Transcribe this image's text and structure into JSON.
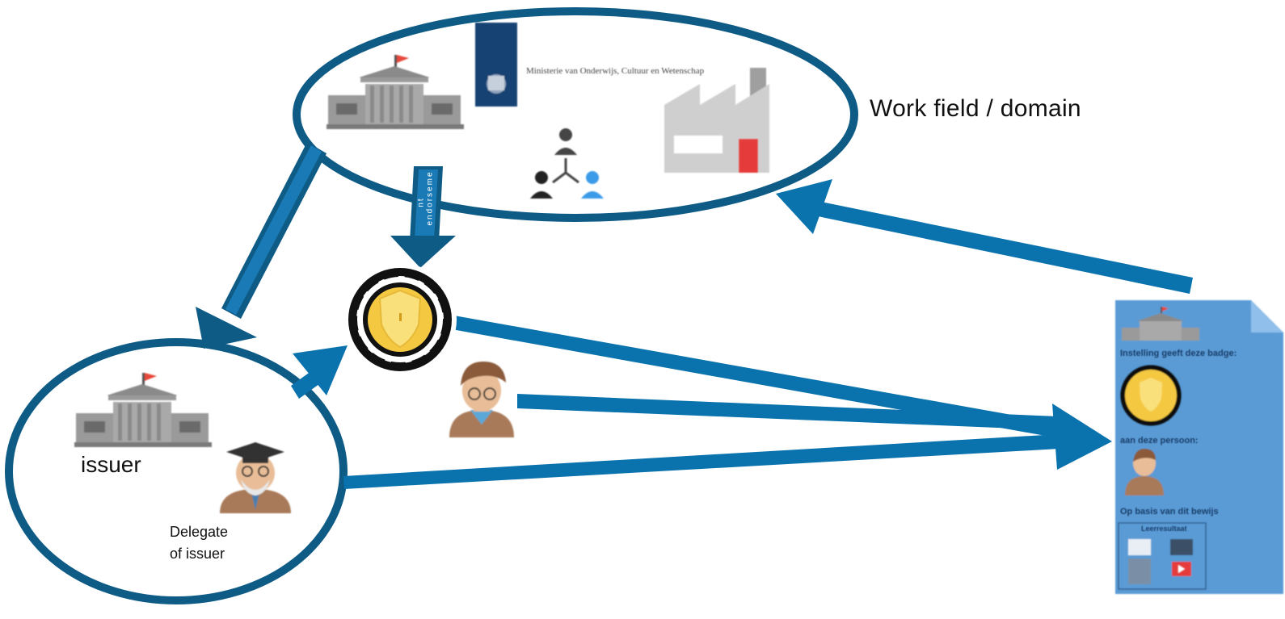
{
  "labels": {
    "work_field": "Work field / domain",
    "issuer": "issuer",
    "delegate_line1": "Delegate",
    "delegate_line2": "of issuer",
    "endorsement_left": "endorsement",
    "endorsement_mid_1": "endorseme",
    "endorsement_mid_2": "nt",
    "ministry": "Ministerie van Onderwijs, Cultuur en Wetenschap"
  },
  "badge_document": {
    "line1": "Instelling geeft deze badge:",
    "line2": "aan deze persoon:",
    "line3": "Op basis van dit bewijs",
    "evidence_title": "Leerresultaat"
  },
  "colors": {
    "ellipse_stroke": "#0e5b86",
    "arrow": "#0a72ad",
    "document": "#5a9bd6",
    "badge_gold": "#f5c842"
  }
}
